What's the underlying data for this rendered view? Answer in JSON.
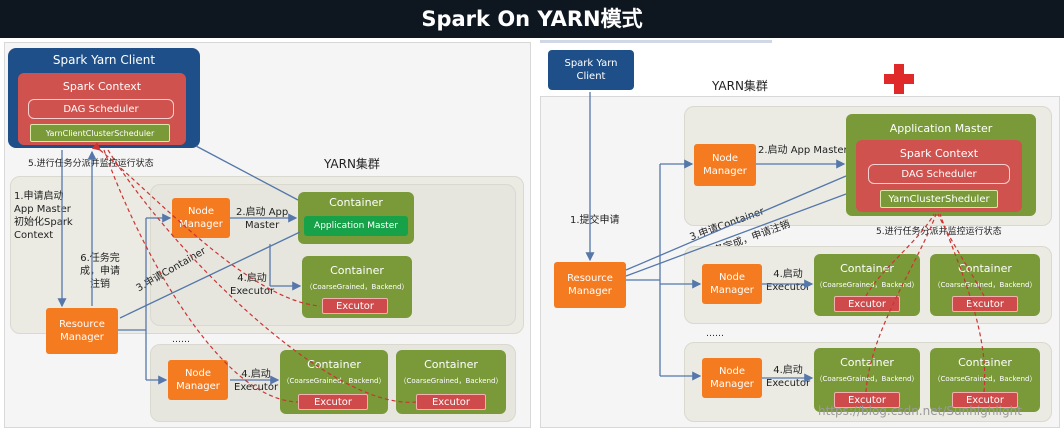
{
  "title": "Spark On YARN模式",
  "left": {
    "client_title": "Spark Yarn Client",
    "spark_context": "Spark Context",
    "dag_scheduler": "DAG Scheduler",
    "client_scheduler": "YarnClientClusterScheduler",
    "cluster_label": "YARN集群",
    "step5": "5.进行任务分派并监控运行状态",
    "step1": "1.申请启动\nApp Master\n初始化Spark\nContext",
    "step6": "6.任务完\n成，申请\n注销",
    "step2": "2.启动 App\nMaster",
    "step3": "3.申请Container",
    "step4a": "4.启动\nExecutor",
    "step4b": "4.启动\nExecutor",
    "resource_manager": "Resource\nManager",
    "node_manager": "Node\nManager",
    "container": "Container",
    "application_master": "Application Master",
    "backend": "（CoarseGrained，Backend）",
    "executor": "Excutor",
    "ellipsis": "……"
  },
  "right": {
    "client": "Spark Yarn\nClient",
    "cluster_label": "YARN集群",
    "application_master": "Application Master",
    "spark_context": "Spark Context",
    "dag_scheduler": "DAG Scheduler",
    "cluster_scheduler": "YarnClusterSheduler",
    "step1": "1.提交申请",
    "step2": "2.启动 App Master",
    "step3": "3.申请Container",
    "step6": "6.任务完成，申请注销",
    "step5": "5.进行任务分派并监控运行状态",
    "step4": "4.启动\nExecutor",
    "resource_manager": "Resource\nManager",
    "node_manager": "Node\nManager",
    "container": "Container",
    "backend": "（CoarseGrained，Backend）",
    "executor": "Excutor",
    "ellipsis": "……"
  },
  "watermark": "https://blog.csdn.net/Sunhighlight",
  "colors": {
    "banner": "#0e1620",
    "client_blue": "#1f4f88",
    "context_red": "#cf524e",
    "container_olive": "#7a9a3a",
    "app_master_green": "#17a24a",
    "manager_orange": "#f47b20",
    "plus_red": "#e02a2a"
  }
}
